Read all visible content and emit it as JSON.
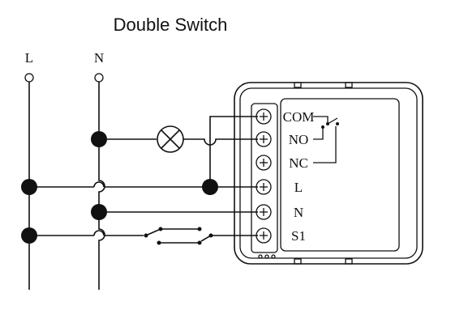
{
  "title": "Double Switch",
  "lines": {
    "l_label": "L",
    "n_label": "N"
  },
  "module": {
    "terminals": [
      "COM",
      "NO",
      "NC",
      "L",
      "N",
      "S1"
    ]
  },
  "colors": {
    "ink": "#111111",
    "background": "#ffffff"
  }
}
